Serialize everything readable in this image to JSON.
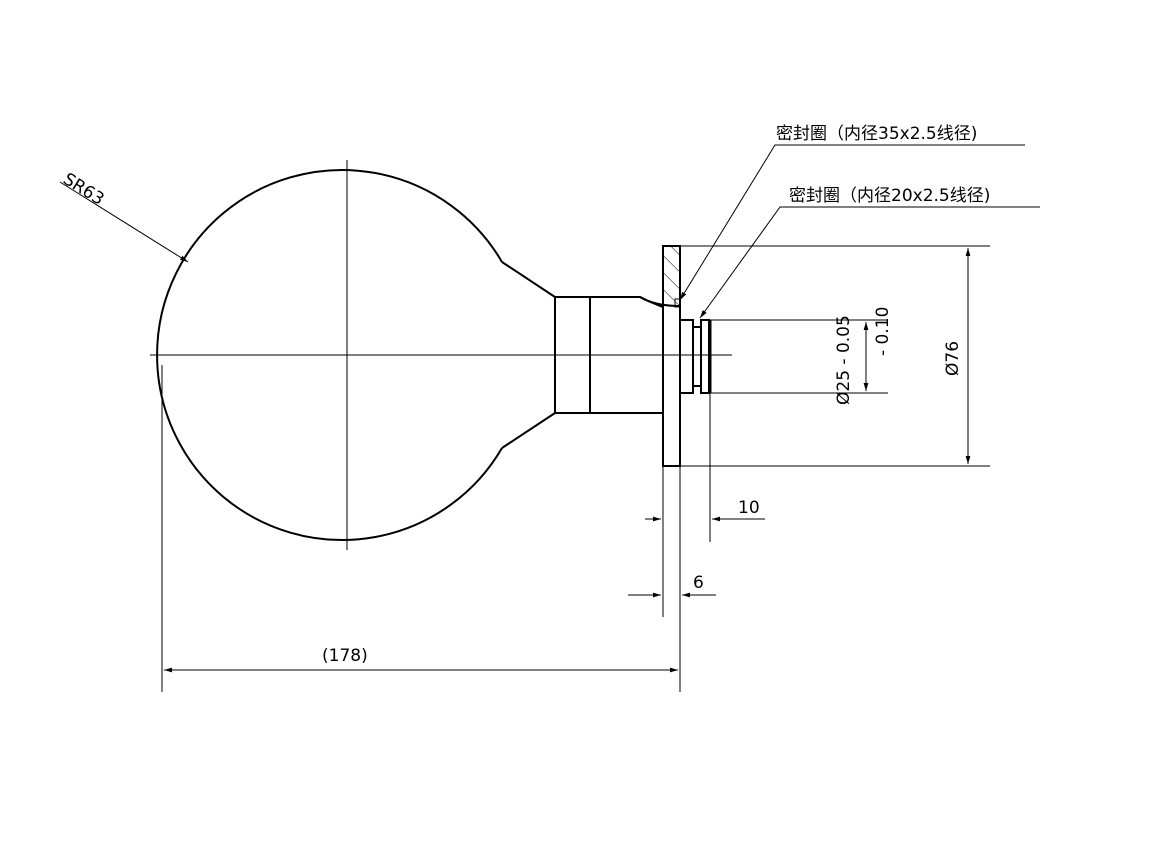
{
  "drawing": {
    "sphere_radius_label": "SR63",
    "seal_large_label": "密封圈（内径35x2.5线径)",
    "seal_small_label": "密封圈（内径20x2.5线径)",
    "shaft_diameter_label": "Ø25 - 0.05",
    "shaft_tolerance_label": "- 0.10",
    "flange_diameter_label": "Ø76",
    "spigot_length_label": "10",
    "flange_thickness_label": "6",
    "overall_length_label": "(178)"
  }
}
